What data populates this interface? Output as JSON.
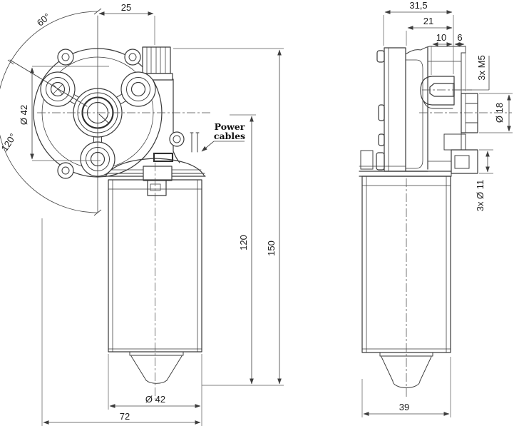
{
  "colors": {
    "background": "#ffffff",
    "line": "#3a3a3a",
    "text": "#1c1c1c"
  },
  "front_view": {
    "dims": {
      "offset25": "25",
      "angle60": "60°",
      "angle120": "120°",
      "bolt_circle": "Ø 42",
      "motor_length": "120",
      "total_length": "150",
      "motor_diameter": "Ø 42",
      "overall_width": "72"
    },
    "labels": {
      "power_line1": "Power",
      "power_line2": "cables"
    }
  },
  "side_view": {
    "dims": {
      "overall_depth": "31,5",
      "gearbox_depth": "21",
      "screw_depth": "10",
      "boss_offset": "6",
      "mount_screws": "3x M5",
      "shaft_diameter": "Ø 18",
      "mount_holes": "3x Ø 11",
      "motor_width": "39"
    }
  }
}
